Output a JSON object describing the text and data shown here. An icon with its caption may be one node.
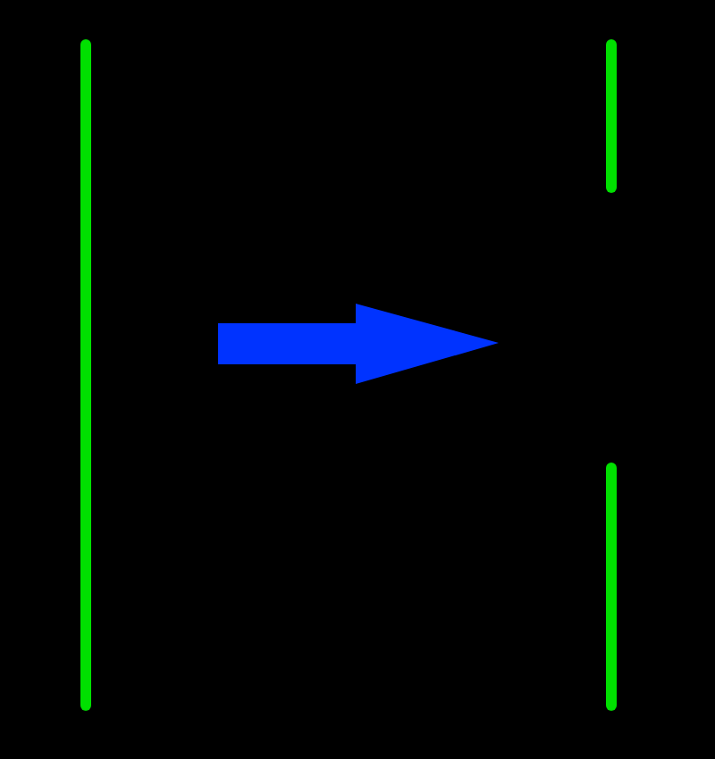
{
  "diagram": {
    "nodes": [
      {
        "text": [],
        "shape": "bar"
      },
      {
        "text": [],
        "shape": "bar"
      },
      {
        "text": [],
        "shape": "bar"
      }
    ]
  }
}
